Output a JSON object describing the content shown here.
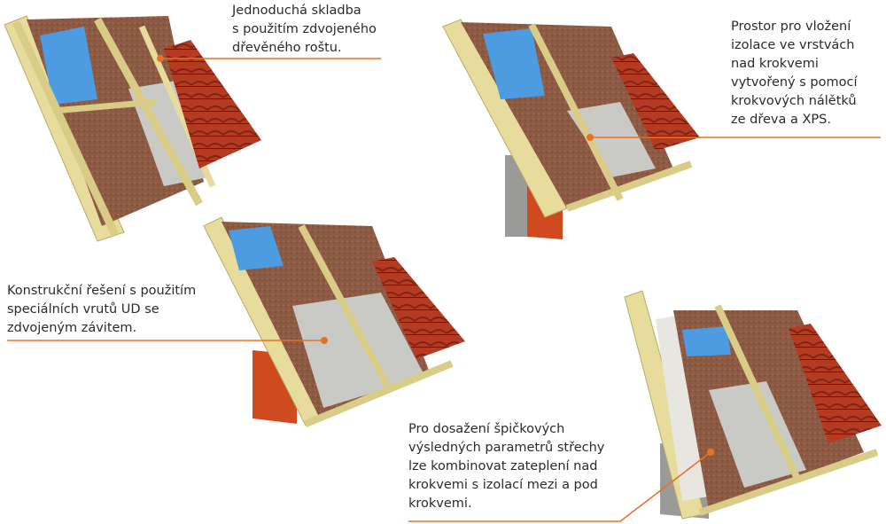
{
  "labels": {
    "detail_1": "Jednoduchá skladba\ns použitím zdvojeného\ndřevěného roštu.",
    "detail_2": "Prostor pro vložení\nizolace ve vrstvách\nnad krokvemi\nvytvořený s pomocí\nkrokvových nálětků\nze dřeva a XPS.",
    "detail_3": "Konstrukční řešení s použitím\nspeciálních vrutů UD se\nzdvojeným závitem.",
    "detail_4": "Pro dosažení špičkových\nvýsledných parametrů střechy\nlze kombinovat zateplení nad\nkrokvemi s izolací mezi a pod\nkrokvemi."
  },
  "colors": {
    "leader": "#e8731f",
    "timber": "#e7dc9c",
    "insulation": "#8d5a44",
    "membrane": "#4d9be0",
    "tile": "#b53a22",
    "foil": "#c9c9c6",
    "masonry": "#d04a1f",
    "plaster": "#e8e6e0"
  }
}
